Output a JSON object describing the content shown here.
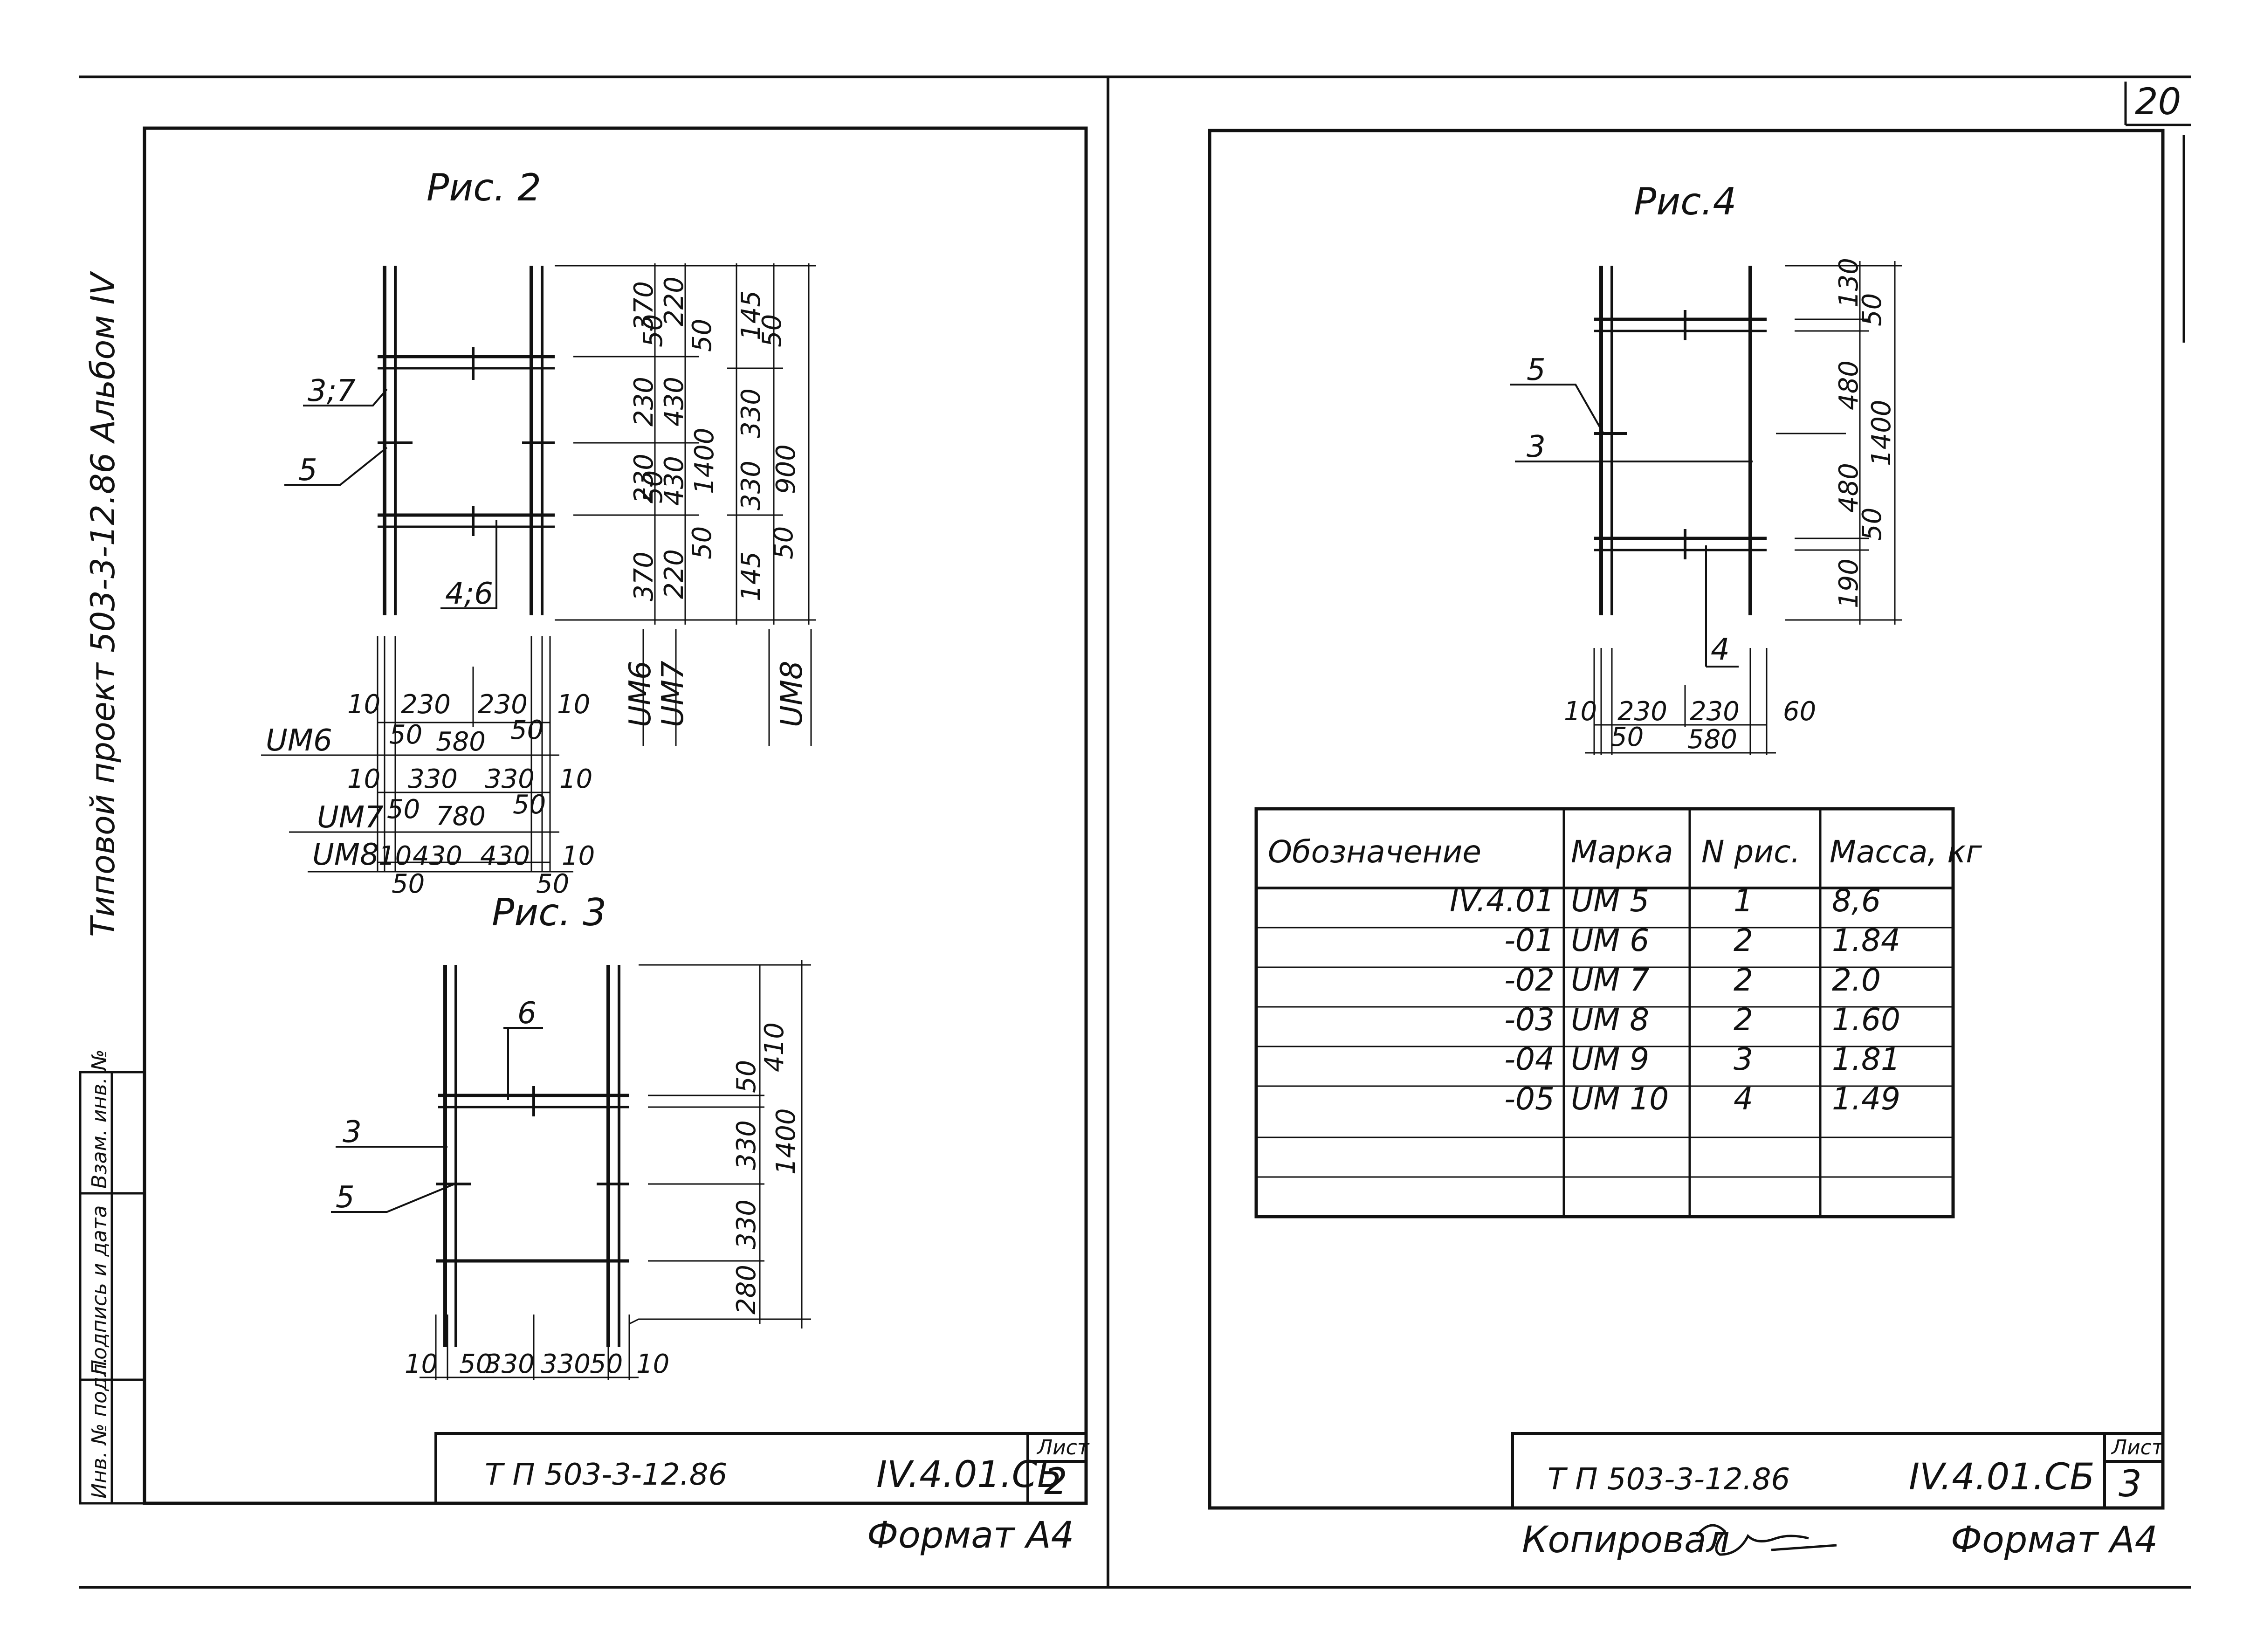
{
  "page_number": "20",
  "left_sheet": {
    "fig2_caption": "Рис. 2",
    "fig3_caption": "Рис. 3",
    "side_text": "Типовой проект 503-3-12.86   Альбом IV",
    "side_stamp": [
      "Инв. № подл.",
      "Подпись и дата",
      "Взам. инв. №"
    ],
    "fig2": {
      "callouts": [
        "3;7",
        "5",
        "4;6"
      ],
      "vertical_dims": {
        "UM6": [
          "370",
          "230",
          "230",
          "370"
        ],
        "UM7": [
          "220",
          "50",
          "430",
          "50",
          "430",
          "220"
        ],
        "UM7_total": "1400",
        "UM7_gap": "50",
        "UM8": [
          "145",
          "50",
          "330",
          "330",
          "145"
        ],
        "UM8_total": "900",
        "UM8_gap": "50"
      },
      "marks": [
        "UM6",
        "UM7",
        "UM8"
      ],
      "horizontal_dims": {
        "UM6": {
          "mark": "UM6",
          "edge_left": "10",
          "a": "230",
          "b": "230",
          "edge_right": "10",
          "inner_left": "50",
          "total": "580",
          "inner_right": "50"
        },
        "UM7": {
          "mark": "UM7",
          "edge_left": "10",
          "a": "330",
          "b": "330",
          "edge_right": "10",
          "inner_left": "50",
          "total": "780",
          "inner_right": "50"
        },
        "UM8": {
          "mark": "UM8",
          "edge_left": "10",
          "a": "430",
          "b": "430",
          "edge_right": "10",
          "inner_left": "50",
          "inner_right": "50"
        }
      }
    },
    "fig3": {
      "callouts": [
        "6",
        "3",
        "5"
      ],
      "vertical_dims": [
        "50",
        "410",
        "330",
        "330",
        "280"
      ],
      "total": "1400",
      "horizontal_dims": [
        "10",
        "50",
        "330",
        "330",
        "50",
        "10"
      ]
    },
    "title_block": {
      "project": "Т П   503-3-12.86",
      "code": "IV.4.01.СБ",
      "sheet_label": "Лист",
      "sheet_no": "2"
    },
    "format": "Формат А4"
  },
  "right_sheet": {
    "fig4_caption": "Рис.4",
    "fig4": {
      "callouts": [
        "5",
        "3",
        "4"
      ],
      "vertical_dims": [
        "130",
        "50",
        "480",
        "480",
        "50",
        "190"
      ],
      "total": "1400",
      "horizontal_dims": {
        "left": "10",
        "a": "230",
        "b": "230",
        "right": "60",
        "inner": "50",
        "total": "580"
      }
    },
    "table": {
      "headers": [
        "Обозначение",
        "Марка",
        "N рис.",
        "Масса, кг"
      ],
      "rows": [
        [
          "IV.4.01",
          "UM 5",
          "1",
          "8,6"
        ],
        [
          "-01",
          "UM 6",
          "2",
          "1.84"
        ],
        [
          "-02",
          "UM 7",
          "2",
          "2.0"
        ],
        [
          "-03",
          "UM 8",
          "2",
          "1.60"
        ],
        [
          "-04",
          "UM 9",
          "3",
          "1.81"
        ],
        [
          "-05",
          "UM 10",
          "4",
          "1.49"
        ],
        [
          "",
          "",
          "",
          ""
        ],
        [
          "",
          "",
          "",
          ""
        ]
      ]
    },
    "title_block": {
      "project": "Т П   503-3-12.86",
      "code": "IV.4.01.СБ",
      "sheet_label": "Лист",
      "sheet_no": "3"
    },
    "copied_by": "Копировал",
    "format": "Формат А4"
  }
}
